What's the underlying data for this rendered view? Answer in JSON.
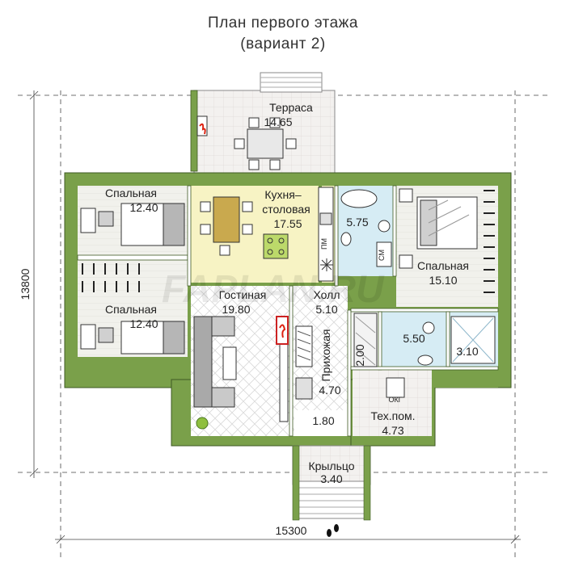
{
  "title": {
    "line1": "План первого этажа",
    "line2": "(вариант 2)"
  },
  "watermark": "FAPLAN.RU",
  "dimensions": {
    "width": "15300",
    "height": "13800"
  },
  "rooms": {
    "terrace": {
      "name": "Терраса",
      "area": "14.65"
    },
    "kitchen": {
      "name_line1": "Кухня–",
      "name_line2": "столовая",
      "area": "17.55"
    },
    "bath": {
      "area": "5.75"
    },
    "bedroom_r": {
      "name": "Спальная",
      "area": "15.10"
    },
    "bedroom_1": {
      "name": "Спальная",
      "area": "12.40"
    },
    "bedroom_2": {
      "name": "Спальная",
      "area": "12.40"
    },
    "living": {
      "name": "Гостиная",
      "area": "19.80"
    },
    "hall": {
      "name": "Холл",
      "area": "5.10"
    },
    "entry": {
      "name": "Прихожая",
      "area": "4.70"
    },
    "closet": {
      "area": "2.00"
    },
    "wc": {
      "area": "5.50"
    },
    "shower": {
      "area": "3.10"
    },
    "vestibule": {
      "area": "1.80"
    },
    "tech": {
      "name": "Тех.пом.",
      "area": "4.73"
    },
    "porch": {
      "name": "Крыльцо",
      "area": "3.40"
    }
  },
  "fixture_labels": {
    "pm": "ПМ",
    "sm": "СМ",
    "okg": "ОКГ"
  },
  "colors": {
    "wall": "#7aa04a",
    "wall_dark": "#3f5a24",
    "floor_bedroom": "#eef0e6",
    "floor_kitchen": "#f7f3c4",
    "floor_bath": "#d6ecf4",
    "floor_hall": "#ffffff",
    "floor_terrace": "#ece7e4",
    "floor_tech": "#eeeeee"
  }
}
